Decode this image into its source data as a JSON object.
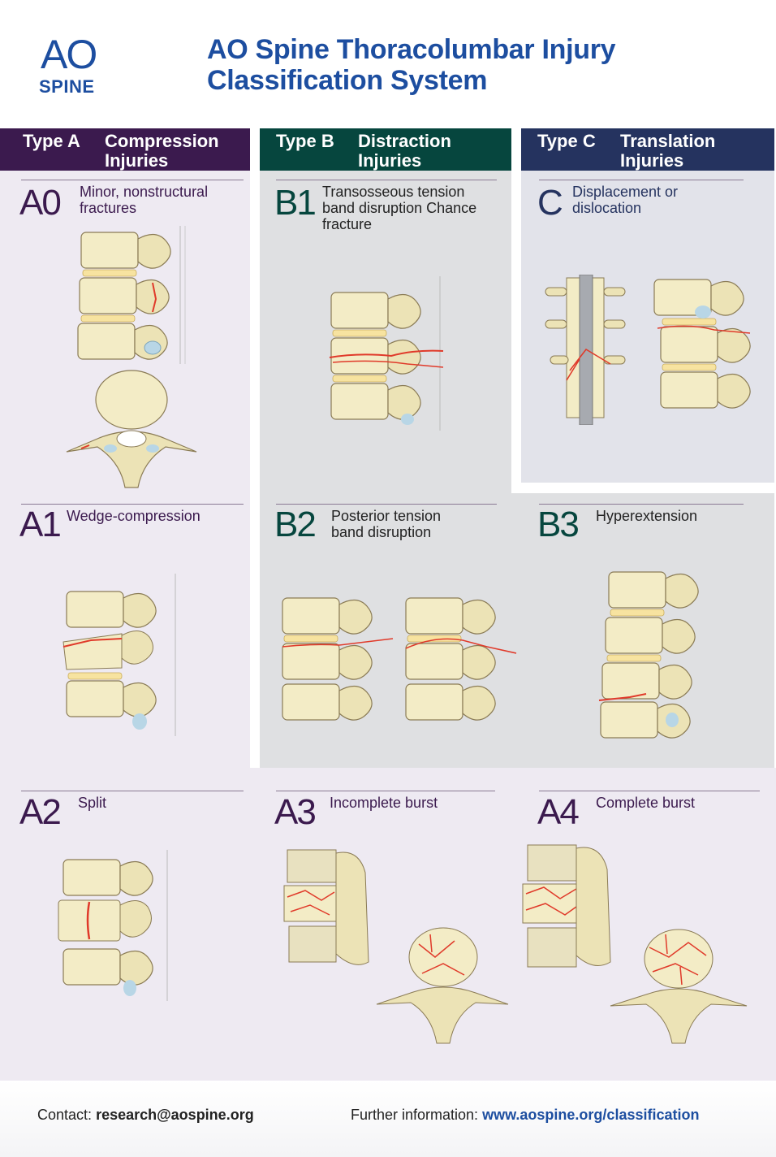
{
  "header": {
    "logo_ao": "AO",
    "logo_spine": "SPINE",
    "title": "AO Spine Thoracolumbar Injury Classification System"
  },
  "types": [
    {
      "name": "Type A",
      "desc": "Compression Injuries"
    },
    {
      "name": "Type B",
      "desc": "Distraction Injuries"
    },
    {
      "name": "Type C",
      "desc": "Translation Injuries"
    }
  ],
  "cells": {
    "a0": {
      "code": "A0",
      "desc": "Minor, nonstructural fractures"
    },
    "b1": {
      "code": "B1",
      "desc": "Transosseous tension band disruption Chance fracture"
    },
    "c": {
      "code": "C",
      "desc": "Displacement or dislocation"
    },
    "a1": {
      "code": "A1",
      "desc": "Wedge-compression"
    },
    "b2": {
      "code": "B2",
      "desc": "Posterior tension band disruption"
    },
    "b3": {
      "code": "B3",
      "desc": "Hyperextension"
    },
    "a2": {
      "code": "A2",
      "desc": "Split"
    },
    "a3": {
      "code": "A3",
      "desc": "Incomplete burst"
    },
    "a4": {
      "code": "A4",
      "desc": "Complete burst"
    }
  },
  "footer": {
    "contact_label": "Contact:",
    "contact_email": "research@aospine.org",
    "info_label": "Further information:",
    "info_url": "www.aospine.org/classification"
  },
  "colors": {
    "brand_blue": "#1d4ea0",
    "type_a": "#3b1a4e",
    "type_b": "#06463e",
    "type_c": "#25335f",
    "fracture": "#e03a2a",
    "bone": "#f3ecc6"
  }
}
